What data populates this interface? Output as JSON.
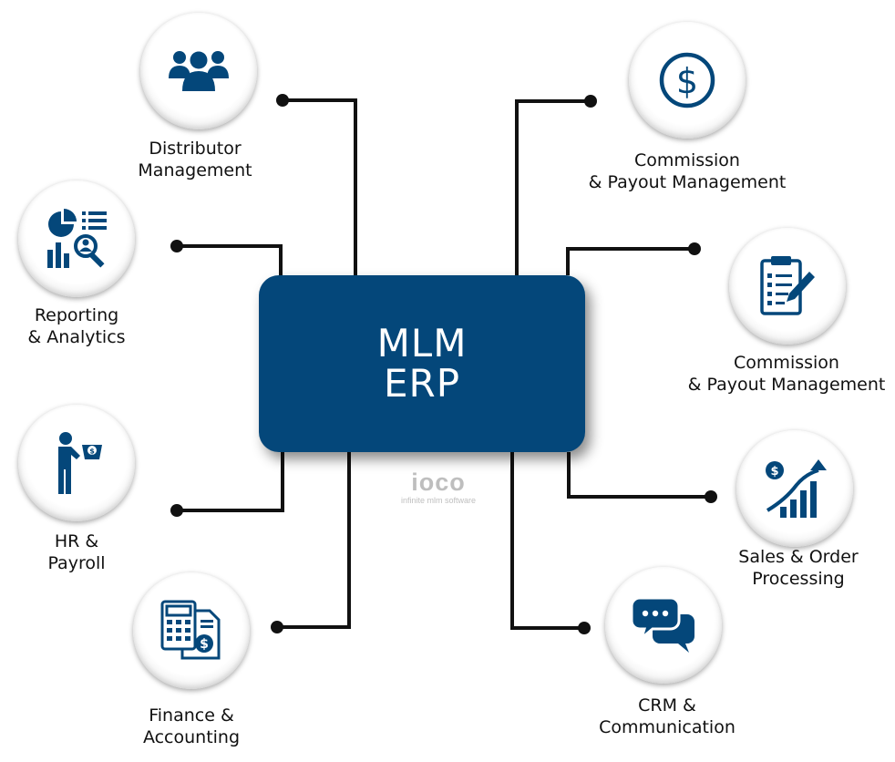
{
  "hub": {
    "line1": "MLM",
    "line2": "ERP"
  },
  "watermark": {
    "logo_text": "ioco",
    "tagline": "infinite mlm software"
  },
  "modules": [
    {
      "id": "distributor",
      "line1": "Distributor",
      "line2": "Management",
      "icon": "users-group-icon"
    },
    {
      "id": "reporting",
      "line1": "Reporting",
      "line2": "& Analytics",
      "icon": "analytics-report-icon"
    },
    {
      "id": "hr",
      "line1": "HR &",
      "line2": "Payroll",
      "icon": "employee-payroll-icon"
    },
    {
      "id": "finance",
      "line1": "Finance &",
      "line2": "Accounting",
      "icon": "calculator-invoice-icon"
    },
    {
      "id": "commission-top",
      "line1": "Commission",
      "line2": "& Payout Management",
      "icon": "dollar-circle-icon"
    },
    {
      "id": "commission-mid",
      "line1": "Commission",
      "line2": "& Payout Management",
      "icon": "clipboard-checklist-icon"
    },
    {
      "id": "sales",
      "line1": "Sales & Order",
      "line2": "Processing",
      "icon": "sales-growth-icon"
    },
    {
      "id": "crm",
      "line1": "CRM &",
      "line2": "Communication",
      "icon": "chat-bubbles-icon"
    }
  ],
  "colors": {
    "primary": "#04477a",
    "connector": "#111111",
    "label": "#111111"
  }
}
